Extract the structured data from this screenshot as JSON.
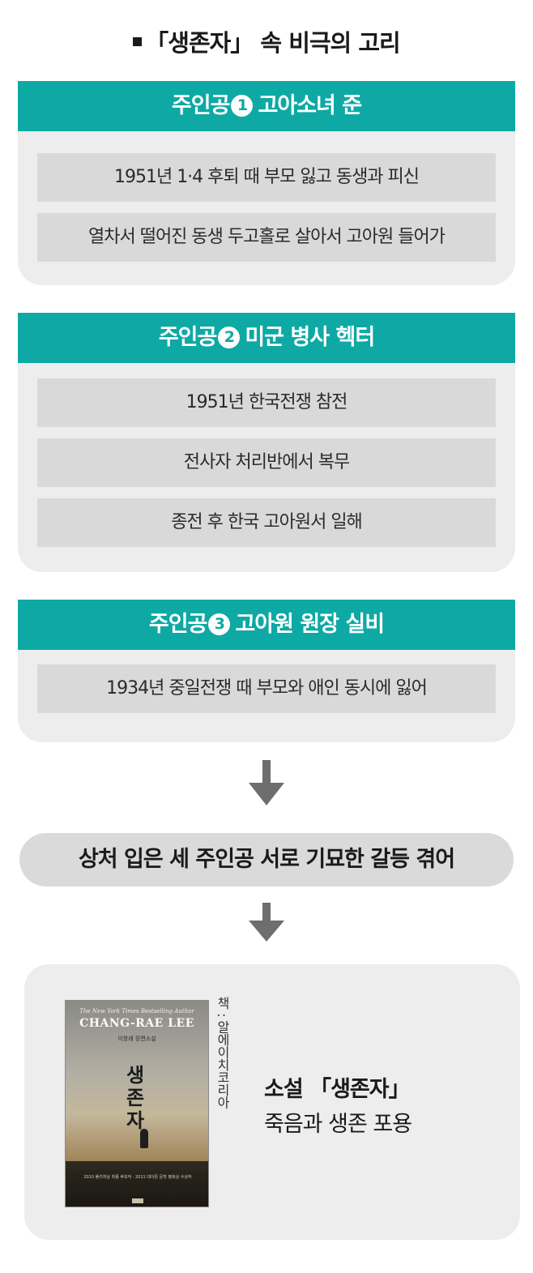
{
  "title": "「생존자」 속 비극의 고리",
  "panels": [
    {
      "heading": "주인공",
      "number": "1",
      "name": "고아소녀 준",
      "rows": [
        "1951년 1·4 후퇴 때 부모 잃고 동생과 피신",
        "열차서 떨어진 동생 두고홀로 살아서 고아원 들어가"
      ]
    },
    {
      "heading": "주인공",
      "number": "2",
      "name": "미군 병사 헥터",
      "rows": [
        "1951년 한국전쟁 참전",
        "전사자 처리반에서 복무",
        "종전 후 한국 고아원서 일해"
      ]
    },
    {
      "heading": "주인공",
      "number": "3",
      "name": "고아원 원장 실비",
      "rows": [
        "1934년 중일전쟁 때 부모와 애인 동시에 잃어"
      ]
    }
  ],
  "banner": "상처 입은 세 주인공 서로 기묘한 갈등 겪어",
  "book": {
    "tagline": "The New York Times Bestselling Author",
    "author": "CHANG-RAE LEE",
    "subtitle": "이창래 장편소설",
    "cover_title": "생존자",
    "footer": "2010 퓰리처상 최종 후보작 · 2011 데이튼 문학 평화상 수상작"
  },
  "credit": "책 : 알에이치코리아",
  "novel": {
    "line1": "소설 「생존자」",
    "line2": "죽음과 생존 포용"
  }
}
